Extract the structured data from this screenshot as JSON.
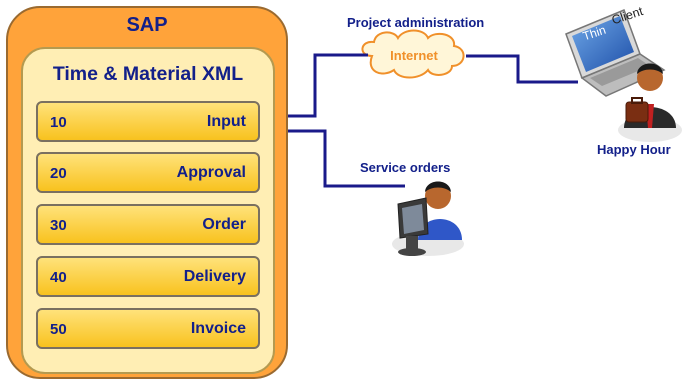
{
  "sap": {
    "title": "SAP",
    "process_title": "Time & Material XML",
    "steps": [
      {
        "number": "10",
        "label": "Input"
      },
      {
        "number": "20",
        "label": "Approval"
      },
      {
        "number": "30",
        "label": "Order"
      },
      {
        "number": "40",
        "label": "Delivery"
      },
      {
        "number": "50",
        "label": "Invoice"
      }
    ]
  },
  "external": {
    "project_administration": "Project administration",
    "internet": "Internet",
    "service_orders": "Service orders",
    "happy_hour": "Happy Hour",
    "thin_client": {
      "thin": "Thin",
      "client": "Client"
    }
  },
  "colors": {
    "sap_outer": "#ffa33a",
    "process_box": "#ffeeb4",
    "step_fill": "#f8c21e",
    "text_blue": "#13208a",
    "arrow_blue": "#1a1a8a",
    "internet_orange": "#f0902a"
  }
}
